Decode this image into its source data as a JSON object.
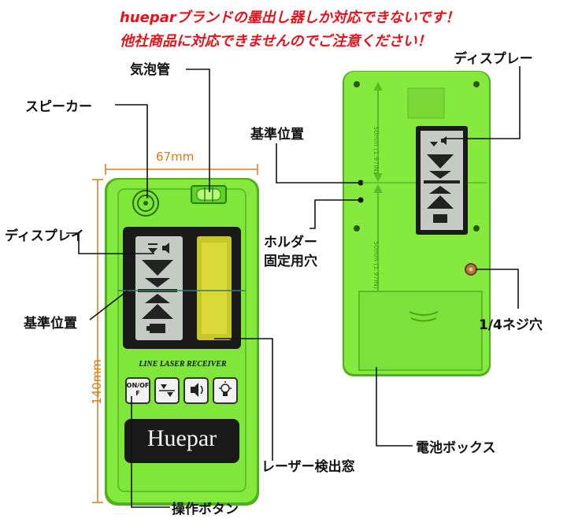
{
  "notice": {
    "line1": "hueparブランドの墨出し器しか対応できないです！",
    "line2": "他社商品に対応できませんのでご注意ください！"
  },
  "front": {
    "brand": "Huepar",
    "model_text": "LINE LASER RECEIVER",
    "buttons": [
      {
        "icon": "power-icon",
        "label": "ON/OFF"
      },
      {
        "icon": "precision-icon",
        "label": ""
      },
      {
        "icon": "speaker-icon",
        "label": ""
      },
      {
        "icon": "backlight-icon",
        "label": ""
      }
    ],
    "width_dim": "67mm",
    "height_dim": "140mm"
  },
  "labels": {
    "level_vial": "気泡管",
    "speaker": "スピーカー",
    "display_front": "ディスプレイ",
    "reference_front": "基準位置",
    "sensor_window": "レーザー検出窓",
    "buttons": "操作ボタン",
    "display_back": "ディスプレー",
    "reference_back": "基準位置",
    "holder_hole_1": "ホルダー",
    "holder_hole_2": "固定用穴",
    "thread_hole": "1/4ネジ穴",
    "battery_box": "電池ボックス"
  },
  "back": {
    "scale_top": "50mm",
    "scale_top_in": "(1.97IN)",
    "scale_bottom": "50mm",
    "scale_bottom_in": "(1.97IN)"
  },
  "colors": {
    "body_green": "#7fe63a",
    "body_dark_green": "#4fb11e",
    "notice_red": "#e8101a",
    "dimension_orange": "#e07a10",
    "panel_black": "#1a1a1a"
  }
}
